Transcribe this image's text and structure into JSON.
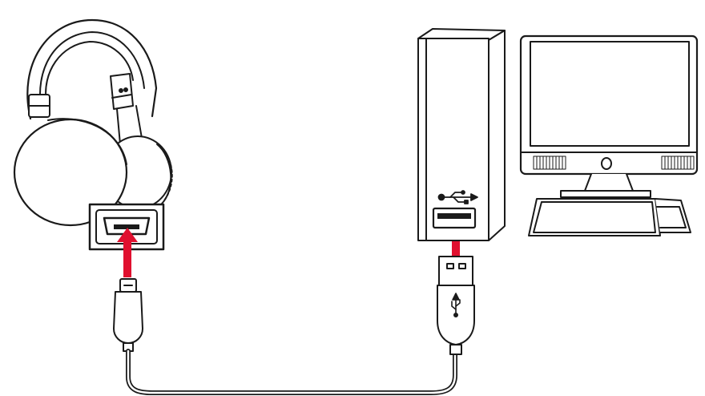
{
  "colors": {
    "line": "#1a1a1a",
    "arrow": "#e0102f",
    "fill": "#ffffff",
    "dark": "#1a1a1a"
  },
  "icons": {
    "headphones": "headphones-icon",
    "usb_symbol": "usb-icon",
    "arrow": "arrow-up-icon"
  },
  "diagram": {
    "nodes": [
      "headphones",
      "micro-usb-plug",
      "usb-a-plug",
      "tower-pc",
      "monitor",
      "keyboard"
    ],
    "connections": [
      {
        "from": "micro-usb-plug",
        "to": "headphones-port"
      },
      {
        "from": "usb-a-plug",
        "to": "tower-usb-port"
      }
    ]
  }
}
